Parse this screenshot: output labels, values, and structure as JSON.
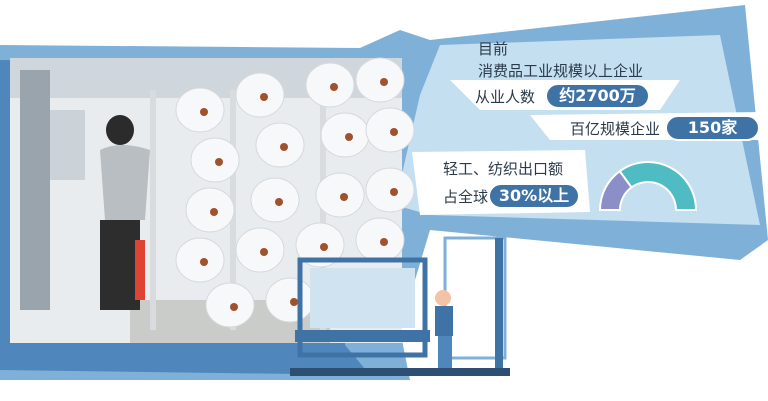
{
  "intro_line1": "目前",
  "intro_line2": "消费品工业规模以上企业",
  "employees": {
    "label": "从业人数",
    "value": "约2700万"
  },
  "enterprises": {
    "label": "百亿规模企业",
    "value": "150家"
  },
  "exports": {
    "label_line1": "轻工、纺织出口额",
    "label_line2": "占全球",
    "value": "30%以上"
  },
  "gauge": {
    "share_percent": 30,
    "share_color": "#8c8ec8",
    "rest_color": "#4fbcc4"
  },
  "colors": {
    "dark_blue": "#3f73a6",
    "mid_blue": "#7fb0d8",
    "light_blue": "#c4dff0"
  }
}
